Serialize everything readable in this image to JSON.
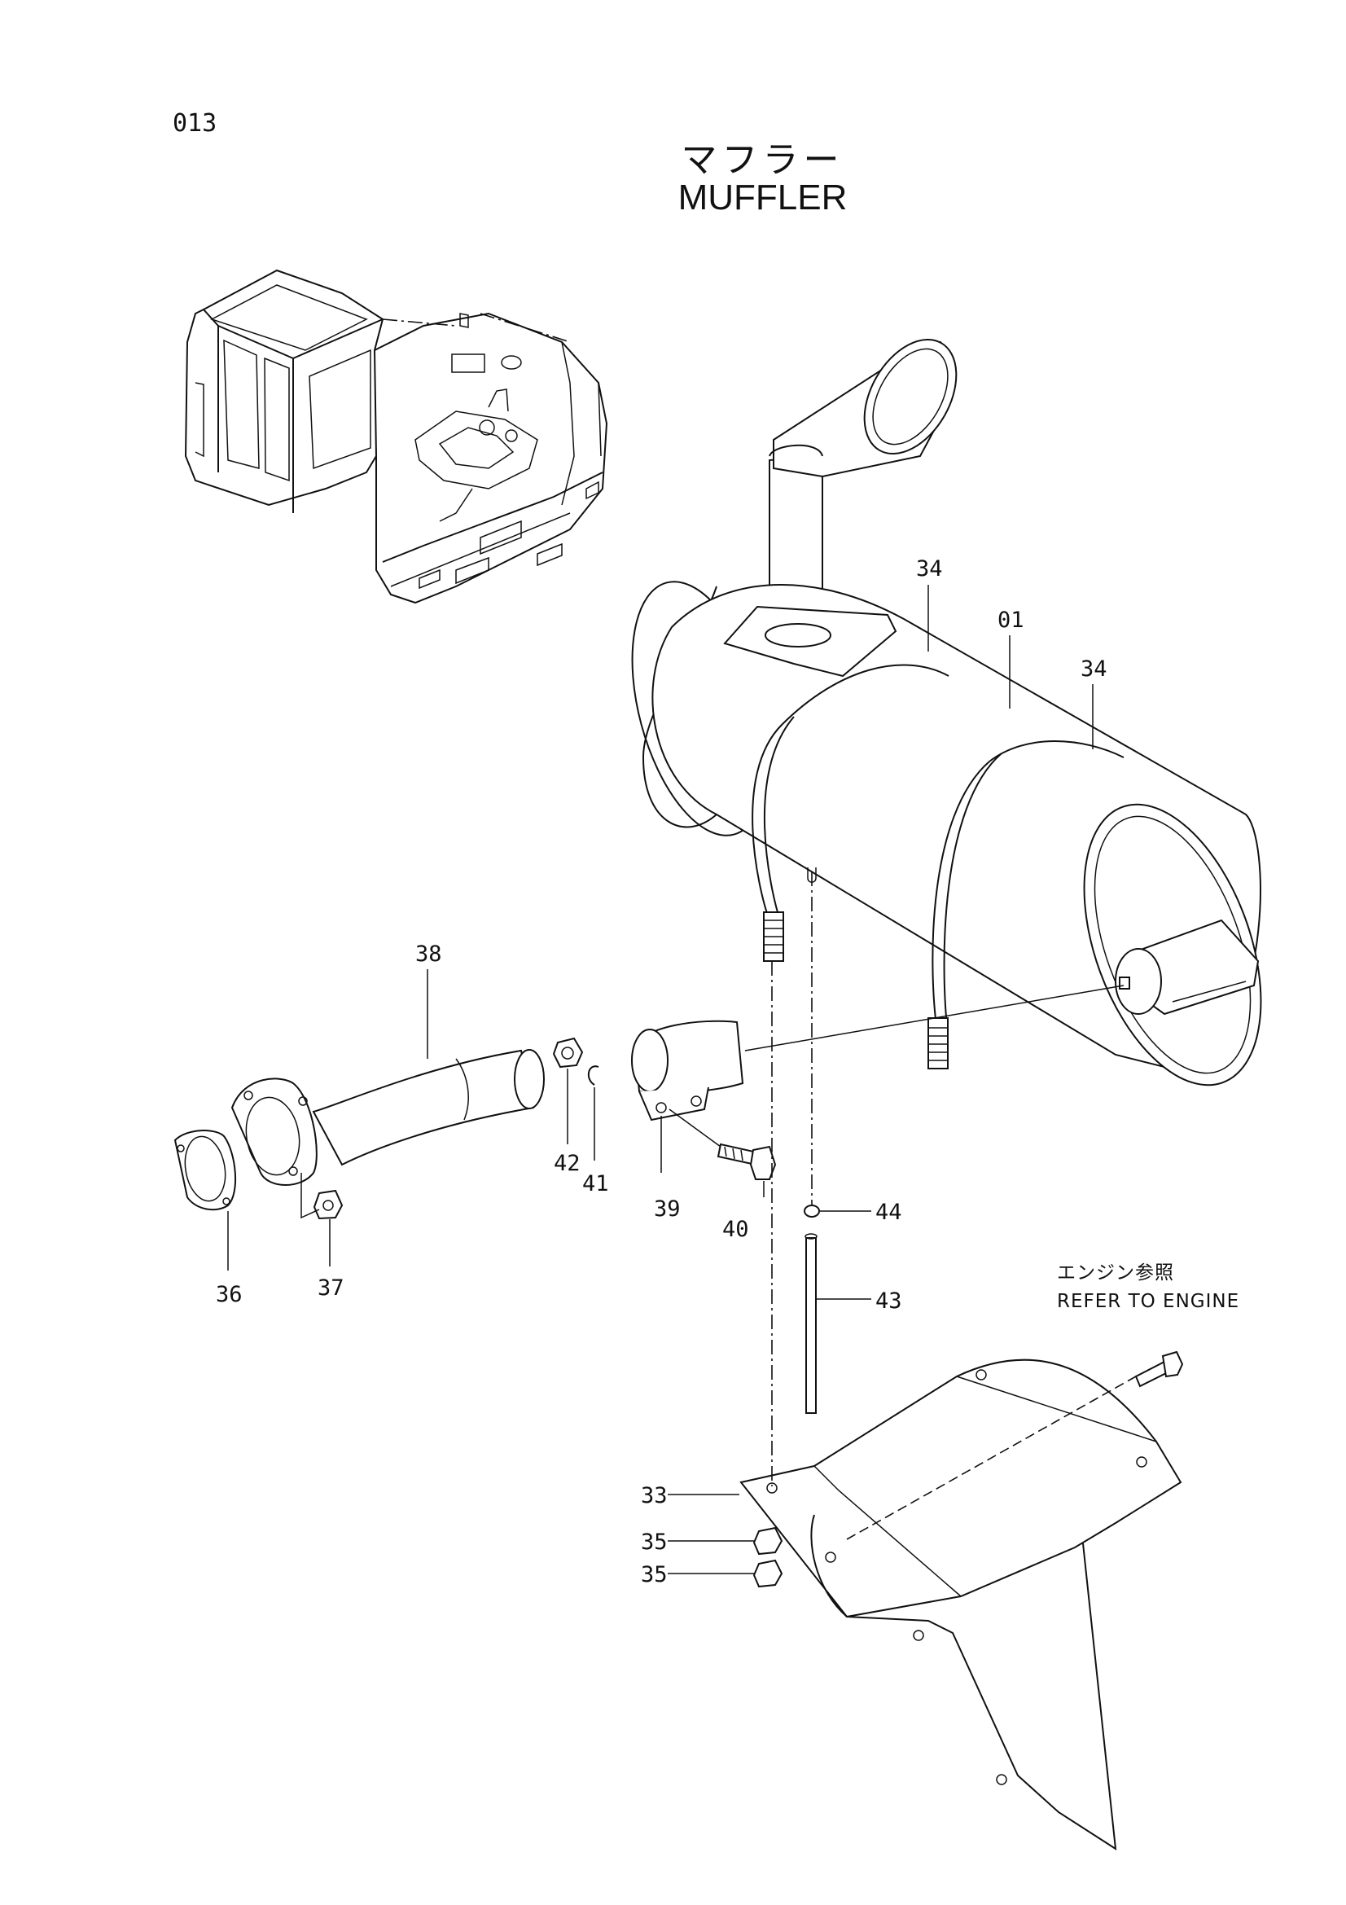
{
  "page": {
    "number": "013",
    "title_jp": "マフラー",
    "title_en": "MUFFLER"
  },
  "note": {
    "line1": "エンジン参照",
    "line2": "REFER TO ENGINE"
  },
  "callouts": {
    "p01": "01",
    "p33": "33",
    "p34a": "34",
    "p34b": "34",
    "p35a": "35",
    "p35b": "35",
    "p36": "36",
    "p37": "37",
    "p38": "38",
    "p39": "39",
    "p40": "40",
    "p41": "41",
    "p42": "42",
    "p43": "43",
    "p44": "44"
  }
}
